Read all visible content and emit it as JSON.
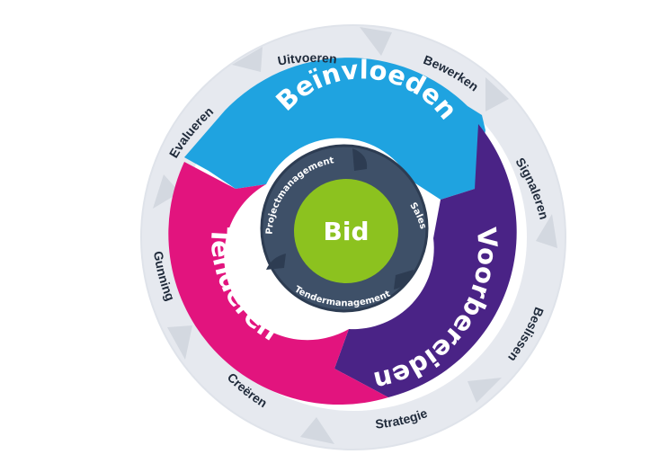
{
  "diagram": {
    "center": {
      "label": "Bid"
    },
    "inner_ring": [
      {
        "label": "Projectmanagement"
      },
      {
        "label": "Sales"
      },
      {
        "label": "Tendermanagement"
      }
    ],
    "phases": [
      {
        "label": "Beïnvloeden",
        "color": "#1fa3e0"
      },
      {
        "label": "Voorbereiden",
        "color": "#4a2386"
      },
      {
        "label": "Tenderen",
        "color": "#e2147e"
      }
    ],
    "outer_ring": [
      {
        "label": "Uitvoeren"
      },
      {
        "label": "Bewerken"
      },
      {
        "label": "Signaleren"
      },
      {
        "label": "Beslissen"
      },
      {
        "label": "Strategie"
      },
      {
        "label": "Creëren"
      },
      {
        "label": "Gunning"
      },
      {
        "label": "Evalueren"
      }
    ],
    "colors": {
      "outer_ring": "#e6e9ef",
      "outer_ring_arrow": "#d3d8e0",
      "inner_ring": "#3e5068",
      "inner_ring_arrow": "#2d3c52",
      "center": "#8cc21f"
    }
  }
}
